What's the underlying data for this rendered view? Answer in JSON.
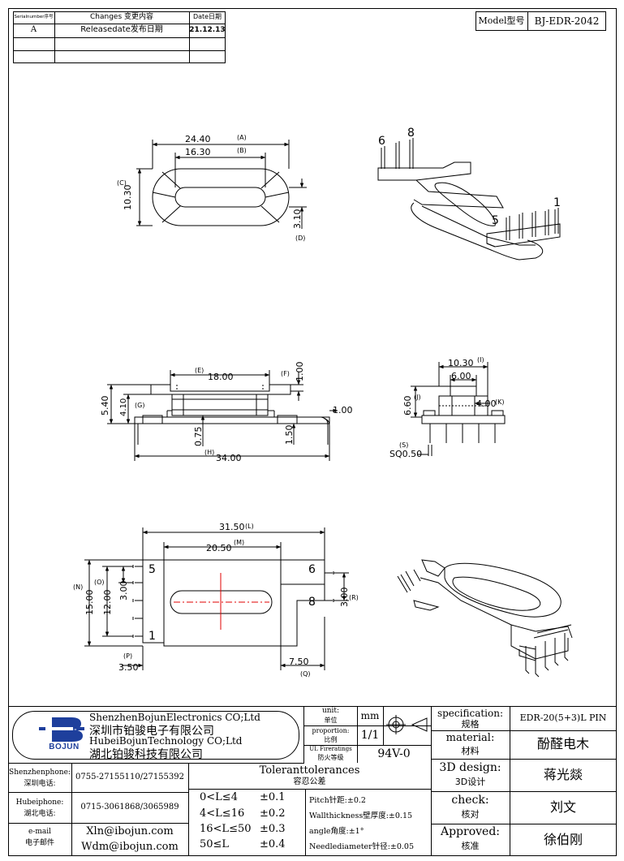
{
  "changes_table": {
    "headers": {
      "serial": "Serialnumber序号",
      "changes": "Changes 变更内容",
      "date": "Date日期"
    },
    "rows": [
      {
        "serial": "A",
        "changes": "Releasedate发布日期",
        "date": "21.12.13"
      }
    ]
  },
  "model": {
    "label": "Model型号",
    "value": "BJ-EDR-2042"
  },
  "dimensions": {
    "A": "24.40",
    "B": "16.30",
    "C": "10.30",
    "D": "3.10",
    "E": "18.00",
    "F": "1.00",
    "G": "4.10",
    "H": "34.00",
    "I": "10.30",
    "J": "6.60",
    "K": "4.00",
    "L": "31.50",
    "M": "20.50",
    "N": "15.00",
    "O": "12.00",
    "P": "3.50",
    "Q": "7.50",
    "R": "3.00",
    "S": "SQ0.50",
    "side_height": "5.40",
    "thickness_1": "1.00",
    "gap": "0.75",
    "flange": "1.50",
    "top_width": "6.00",
    "pin_pitch": "3.00"
  },
  "dim_letters": {
    "A": "(A)",
    "B": "(B)",
    "C": "(C)",
    "D": "(D)",
    "E": "(E)",
    "F": "(F)",
    "G": "(G)",
    "H": "(H)",
    "I": "(I)",
    "J": "(J)",
    "K": "(K)",
    "L": "(L)",
    "M": "(M)",
    "N": "(N)",
    "O": "(O)",
    "P": "(P)",
    "Q": "(Q)",
    "R": "(R)",
    "S": "(S)"
  },
  "pin_labels": {
    "p1": "1",
    "p5": "5",
    "p6": "6",
    "p8": "8"
  },
  "title_block": {
    "company_en_1": "ShenzhenBojunElectronics CO;Ltd",
    "company_cn_1": "深圳市铂骏电子有限公司",
    "company_en_2": "HubeiBojunTechnology CO;Ltd",
    "company_cn_2": "湖北铂骏科技有限公司",
    "logo_text": "BOJUN",
    "unit_label_en": "unit:",
    "unit_label_cn": "单位",
    "unit_value": "mm",
    "proportion_label_en": "proportion:",
    "proportion_label_cn": "比例",
    "proportion_value": "1/1",
    "ul_label_en": "UL Fireratings",
    "ul_label_cn": "防火等级",
    "ul_value": "94V-0",
    "spec_label_en": "specification:",
    "spec_label_cn": "规格",
    "spec_value": "EDR-20(5+3)L PIN",
    "material_label_en": "material:",
    "material_label_cn": "材料",
    "material_value": "酚醛电木",
    "design_label_en": "3D design:",
    "design_label_cn": "3D设计",
    "design_value": "蒋光燚",
    "check_label_en": "check:",
    "check_label_cn": "核对",
    "check_value": "刘文",
    "approved_label_en": "Approved:",
    "approved_label_cn": "核准",
    "approved_value": "徐伯刚",
    "sz_phone_label_en": "Shenzhenphone:",
    "sz_phone_label_cn": "深圳电话:",
    "sz_phone_value": "0755-27155110/27155392",
    "hb_phone_label_en": "Hubeiphone:",
    "hb_phone_label_cn": "湖北电话:",
    "hb_phone_value": "0715-3061868/3065989",
    "email_label_en": "e-mail",
    "email_label_cn": "电子邮件",
    "email_1": "Xln@ibojun.com",
    "email_2": "Wdm@ibojun.com",
    "tol_title_en": "Toleranttolerances",
    "tol_title_cn": "容忍公差",
    "tol_ranges": [
      {
        "range": "0<L≤4",
        "tol": "±0.1"
      },
      {
        "range": "4<L≤16",
        "tol": "±0.2"
      },
      {
        "range": "16<L≤50",
        "tol": "±0.3"
      },
      {
        "range": "50≤L",
        "tol": "±0.4"
      }
    ],
    "tol_notes": [
      "Pitch针距:±0.2",
      "Wallthickness壁厚度:±0.15",
      "angle角度:±1°",
      "Needlediameter针径:±0.05"
    ]
  },
  "colors": {
    "line": "#000000",
    "centerline": "#e00000",
    "logo_blue": "#1e3f9c"
  }
}
